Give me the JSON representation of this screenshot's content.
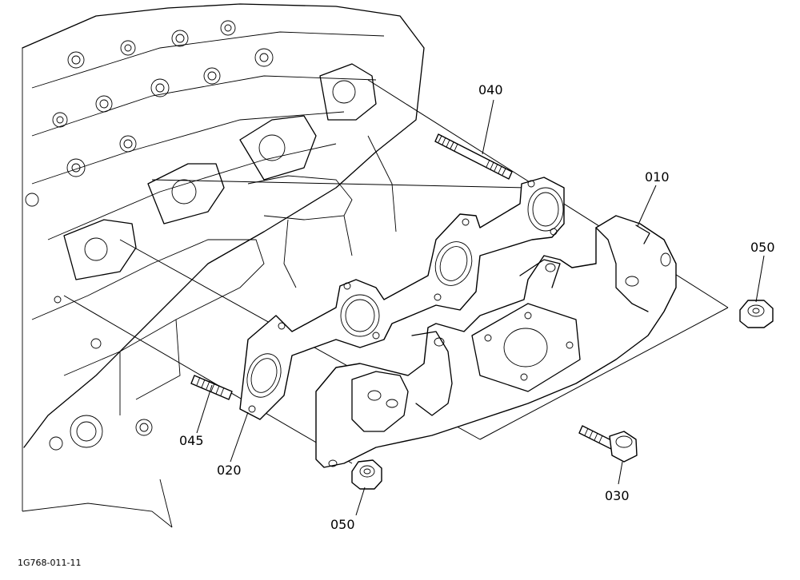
{
  "callouts": {
    "c010": "010",
    "c020": "020",
    "c030": "030",
    "c040": "040",
    "c045": "045",
    "c050a": "050",
    "c050b": "050"
  },
  "figure_code": "1G768-011-11"
}
